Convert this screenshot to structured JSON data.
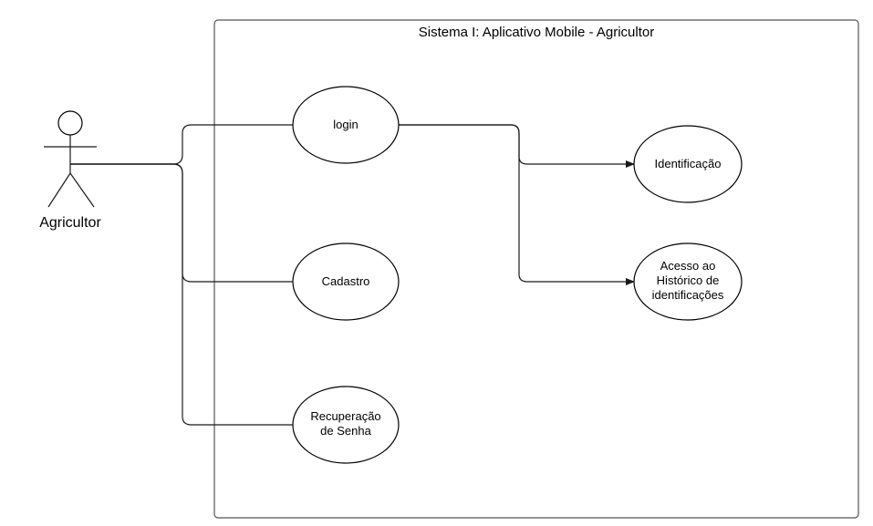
{
  "system": {
    "title": "Sistema I: Aplicativo Mobile - Agricultor"
  },
  "actor": {
    "name": "Agricultor"
  },
  "use_cases": {
    "login": "login",
    "cadastro": "Cadastro",
    "recuperacao": [
      "Recuperação",
      "de Senha"
    ],
    "identificacao": "Identificação",
    "acesso_historico": [
      "Acesso ao",
      "Histórico de",
      "identificações"
    ]
  }
}
